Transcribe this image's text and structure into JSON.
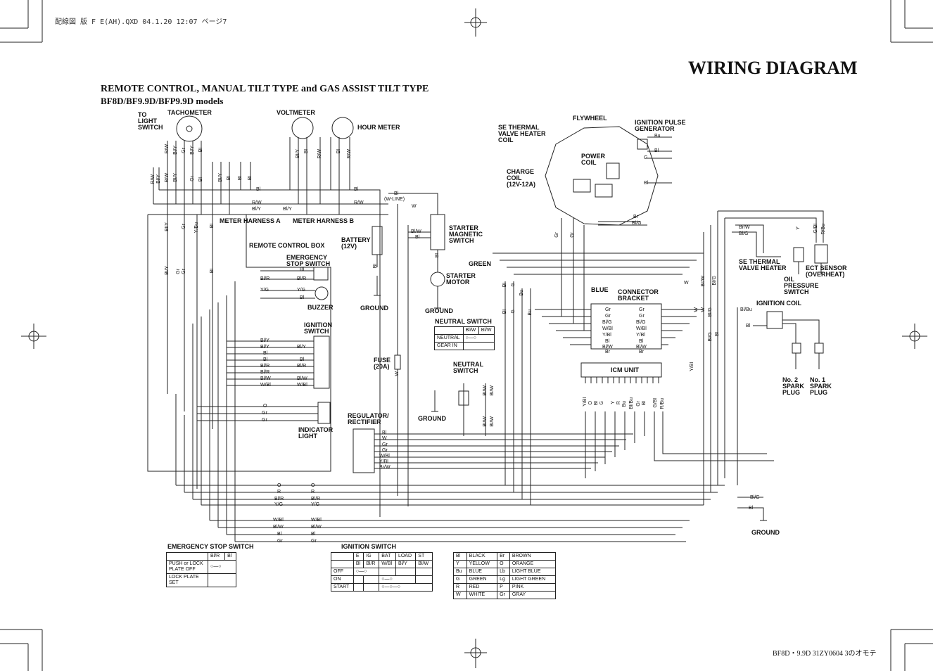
{
  "header_text": "配線図 版 F E(AH).QXD  04.1.20  12:07  ページ7",
  "footer_text": "BF8D・9.9D  31ZY0604  3のオモテ",
  "title": "WIRING DIAGRAM",
  "subtitle_1": "REMOTE CONTROL, MANUAL TILT TYPE and GAS ASSIST TILT TYPE",
  "subtitle_2": "BF8D/BF9.9D/BFP9.9D models",
  "components": {
    "to_light_switch": [
      "TO",
      "LIGHT",
      "SWITCH"
    ],
    "tachometer": "TACHOMETER",
    "voltmeter": "VOLTMETER",
    "hour_meter": "HOUR METER",
    "meter_harness_a": "METER HARNESS A",
    "meter_harness_b": "METER HARNESS B",
    "remote_control_box": "REMOTE CONTROL BOX",
    "emergency_stop_switch": [
      "EMERGENCY",
      "STOP SWITCH"
    ],
    "buzzer": "BUZZER",
    "ignition_switch": [
      "IGNITION",
      "SWITCH"
    ],
    "indicator_light": [
      "INDICATOR",
      "LIGHT"
    ],
    "battery": [
      "BATTERY",
      "(12V)"
    ],
    "ground": "GROUND",
    "starter_magnetic_switch": [
      "STARTER",
      "MAGNETIC",
      "SWITCH"
    ],
    "starter_motor": [
      "STARTER",
      "MOTOR"
    ],
    "green": "GREEN",
    "blue": "BLUE",
    "fuse": [
      "FUSE",
      "(20A)"
    ],
    "neutral_switch": [
      "NEUTRAL",
      "SWITCH"
    ],
    "regulator_rectifier": [
      "REGULATOR/",
      "RECTIFIER"
    ],
    "flywheel": "FLYWHEEL",
    "se_thermal_valve_heater_coil": [
      "SE THERMAL",
      "VALVE HEATER",
      "COIL"
    ],
    "power_coil": [
      "POWER",
      "COIL"
    ],
    "charge_coil": [
      "CHARGE",
      "COIL",
      "(12V-12A)"
    ],
    "ignition_pulse_generator": [
      "IGNITION PULSE",
      "GENERATOR"
    ],
    "connector_bracket": [
      "CONNECTOR",
      "BRACKET"
    ],
    "icm_unit": "ICM UNIT",
    "se_thermal_valve_heater": [
      "SE THERMAL",
      "VALVE HEATER"
    ],
    "ect_sensor": [
      "ECT SENSOR",
      "(OVERHEAT)"
    ],
    "oil_pressure_switch": [
      "OIL",
      "PRESSURE",
      "SWITCH"
    ],
    "ignition_coil": "IGNITION COIL",
    "spark_plug_2": [
      "No. 2",
      "SPARK",
      "PLUG"
    ],
    "spark_plug_1": [
      "No. 1",
      "SPARK",
      "PLUG"
    ]
  },
  "wire_labels": {
    "tach_vertical": [
      "R/W",
      "Bl/Y",
      "Gr",
      "Bl/Y",
      "Bl"
    ],
    "tach_lower": [
      "R/W",
      "Bl/Y",
      "R/W",
      "Bl/Y",
      "Gr",
      "Bl",
      "Bl/Y",
      "Bl",
      "Bl",
      "Bl"
    ],
    "volt_vertical": [
      "Bl/Y",
      "Bl",
      "R/W",
      "Bl",
      "R/W"
    ],
    "harness_rows": [
      "Bl",
      "Bl",
      "R/W",
      "R/W",
      "Bl/Y",
      "Bl/Y"
    ],
    "harness_down": [
      "Bl/Y",
      "Gr",
      "Y/Bu",
      "Bl"
    ],
    "harness_down2": [
      "Bl/Y",
      "Gr",
      "Gr",
      "Bl"
    ],
    "estop": [
      "Bl",
      "Bl/R",
      "Bl/R"
    ],
    "buzzer": [
      "Y/G",
      "Y/G",
      "Bl"
    ],
    "ign_left": [
      "Bl/Y",
      "Bl/Y",
      "Bl",
      "Bl",
      "Bl/R",
      "Bl/R",
      "Bl/W",
      "W/Bl"
    ],
    "ign_right": [
      "Bl/Y",
      "Bl",
      "Bl/R",
      "Bl/W",
      "W/Bl"
    ],
    "ind": [
      "O",
      "Gr",
      "Gr"
    ],
    "lower_left": [
      "O",
      "R",
      "Bl/R",
      "Y/G",
      "W/Bl",
      "Bl/W",
      "Bl",
      "Gr"
    ],
    "lower_right": [
      "O",
      "R",
      "Bl/R",
      "Y/G",
      "W/Bl",
      "Bl/W",
      "Bl",
      "Gr"
    ],
    "starter_mag": [
      "Bl",
      "W",
      "Bl/W",
      "Bl"
    ],
    "batt": [
      "Bl",
      "Bl"
    ],
    "w_line": [
      "Bl",
      "(W-LINE)"
    ],
    "fuse_w": [
      "W",
      "W"
    ],
    "regulator": [
      "Bl",
      "W",
      "Gr",
      "Gr",
      "W/Bl",
      "Y/Bl",
      "Br/W"
    ],
    "neutral": [
      "Bl/W",
      "Bl/W",
      "Bl/W",
      "Bl/W"
    ],
    "green_blue": [
      "Bl",
      "G",
      "Bl",
      "G",
      "Bu",
      "Bu"
    ],
    "flywheel": [
      "Bu",
      "Bl",
      "G",
      "Bl",
      "Br",
      "Bl/G",
      "Gr",
      "Gr"
    ],
    "connector_left": [
      "Gr",
      "Gr",
      "Bl/G",
      "W/Bl",
      "Y/Bl",
      "Bl",
      "Bl/W",
      "Br"
    ],
    "connector_right": [
      "Gr",
      "Gr",
      "Bl/G",
      "W/Bl",
      "Y/Bl",
      "Bl",
      "Bl/W",
      "Br"
    ],
    "connector_extra": [
      "W",
      "Br/W",
      "W",
      "Bl/G"
    ],
    "icm_bottom": [
      "Y/Bl",
      "O",
      "Bl",
      "G",
      "Y",
      "R",
      "Bu",
      "Bl/Bu",
      "Gr",
      "Bl",
      "G/Bl",
      "R/Bu"
    ],
    "right_side": [
      "Br/W",
      "Bl/G",
      "Y",
      "G/Bl",
      "R/Bu",
      "Bl/G",
      "Bl/Bu",
      "Bl",
      "Y/Bl",
      "W",
      "Bl/G",
      "Bl"
    ],
    "ground_bottom": [
      "Bl/G",
      "Bl"
    ]
  },
  "neutral_table": {
    "title": "NEUTRAL SWITCH",
    "headers": [
      "",
      "Bl/W",
      "Bl/W"
    ],
    "rows": [
      "NEUTRAL",
      "GEAR IN"
    ]
  },
  "estop_table": {
    "title": "EMERGENCY STOP SWITCH",
    "headers": [
      "",
      "Bl/R",
      "Bl"
    ],
    "rows": [
      "PUSH or LOCK PLATE OFF",
      "LOCK PLATE SET"
    ]
  },
  "ign_table": {
    "title": "IGNITION SWITCH",
    "headers": [
      "E",
      "IG",
      "BAT",
      "LOAD",
      "ST"
    ],
    "wires": [
      "Bl",
      "Bl/R",
      "W/Bl",
      "Bl/Y",
      "Bl/W"
    ],
    "rows": [
      "OFF",
      "ON",
      "START"
    ]
  },
  "color_legend": [
    [
      "Bl",
      "BLACK",
      "Br",
      "BROWN"
    ],
    [
      "Y",
      "YELLOW",
      "O",
      "ORANGE"
    ],
    [
      "Bu",
      "BLUE",
      "Lb",
      "LIGHT BLUE"
    ],
    [
      "G",
      "GREEN",
      "Lg",
      "LIGHT GREEN"
    ],
    [
      "R",
      "RED",
      "P",
      "PINK"
    ],
    [
      "W",
      "WHITE",
      "Gr",
      "GRAY"
    ]
  ]
}
